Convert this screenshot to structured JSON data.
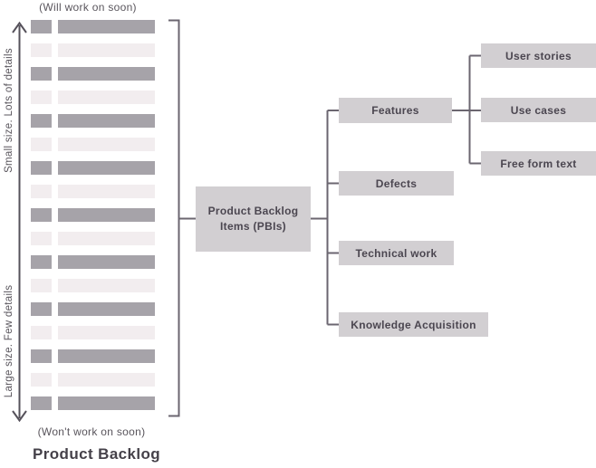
{
  "title": "Product Backlog",
  "backlog": {
    "top_label": "(Will work on soon)",
    "bottom_label": "(Won't work on soon)",
    "axis_top_label": "Small size. Lots of details",
    "axis_bottom_label": "Large size. Few details",
    "rows": [
      "dark",
      "light",
      "dark",
      "light",
      "dark",
      "light",
      "dark",
      "light",
      "dark",
      "light",
      "dark",
      "light",
      "dark",
      "light",
      "dark",
      "light",
      "dark"
    ]
  },
  "diagram": {
    "root": {
      "line1": "Product Backlog",
      "line2": "Items (PBIs)"
    },
    "categories": [
      {
        "label": "Features"
      },
      {
        "label": "Defects"
      },
      {
        "label": "Technical work"
      },
      {
        "label": "Knowledge Acquisition"
      }
    ],
    "feature_types": [
      {
        "label": "User stories"
      },
      {
        "label": "Use cases"
      },
      {
        "label": "Free form text"
      }
    ]
  },
  "colors": {
    "bar_dark": "#a6a3a9",
    "bar_light": "#f2edef",
    "box_fill": "#d2cfd2",
    "box_text": "#4b4650",
    "line": "#6b6670",
    "axis": "#56525b",
    "label_text": "#59555c",
    "title_text": "#454149"
  }
}
